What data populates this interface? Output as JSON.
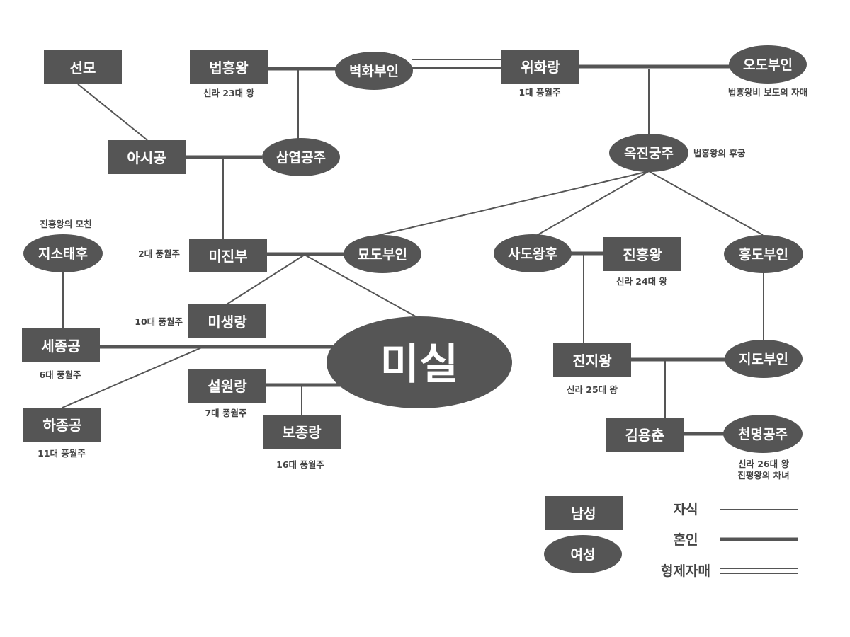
{
  "colors": {
    "node": "#555555",
    "line": "#555555",
    "text": "#ffffff",
    "caption": "#444444"
  },
  "people": {
    "seonmo": "선모",
    "beopheungwang": "법흥왕",
    "byeokhwa": "벽화부인",
    "wihwarang": "위화랑",
    "odo": "오도부인",
    "asigong": "아시공",
    "samyeop": "삼엽공주",
    "okjin": "옥진궁주",
    "jisotaehu": "지소태후",
    "mijinbu": "미진부",
    "myodo": "묘도부인",
    "sadowanghu": "사도왕후",
    "jinheungwang": "진흥왕",
    "heungdo": "흥도부인",
    "misaengrang": "미생랑",
    "sejonggong": "세종공",
    "misil": "미실",
    "jinjiwang": "진지왕",
    "jido": "지도부인",
    "hajonggong": "하종공",
    "seolwonrang": "설원랑",
    "bojongrang": "보종랑",
    "gimyongchun": "김용춘",
    "cheonmyeong": "천명공주"
  },
  "captions": {
    "beopheungwang": "신라 23대 왕",
    "wihwarang": "1대 풍월주",
    "odo": "법흥왕비 보도의 자매",
    "okjin": "법흥왕의 후궁",
    "jisotaehu": "진흥왕의 모친",
    "mijinbu": "2대 풍월주",
    "jinheungwang": "신라 24대 왕",
    "misaengrang": "10대 풍월주",
    "sejonggong": "6대 풍월주",
    "jinjiwang": "신라 25대 왕",
    "hajonggong": "11대 풍월주",
    "seolwonrang": "7대 풍월주",
    "bojongrang": "16대 풍월주",
    "cheonmyeong_1": "신라 26대 왕",
    "cheonmyeong_2": "진평왕의 차녀"
  },
  "legend": {
    "male": "남성",
    "female": "여성",
    "child": "자식",
    "marriage": "혼인",
    "sibling": "형제자매"
  }
}
